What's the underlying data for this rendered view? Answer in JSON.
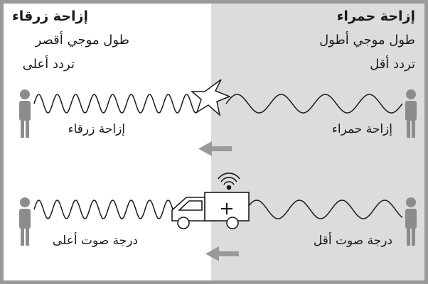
{
  "blue_panel": {
    "title": "إزاحة زرقاء",
    "line1": "طول موجي أقصر",
    "line2": "تردد أعلى",
    "star_label": "إزاحة زرقاء",
    "sound_label": "درجة صوت أعلى"
  },
  "red_panel": {
    "title": "إزاحة حمراء",
    "line1": "طول موجي أطول",
    "line2": "تردد أقل",
    "star_label": "إزاحة حمراء",
    "sound_label": "درجة صوت أقل"
  },
  "colors": {
    "left_bg": "#ffffff",
    "right_bg": "#dcdcdc",
    "frame": "#9a9a9a",
    "person": "#8c8c8c",
    "arrow": "#9a9a9a",
    "ink": "#1a1a1a"
  },
  "icons": [
    "person-icon",
    "star-icon",
    "ambulance-icon",
    "arrow-left-icon",
    "wave-icon"
  ]
}
